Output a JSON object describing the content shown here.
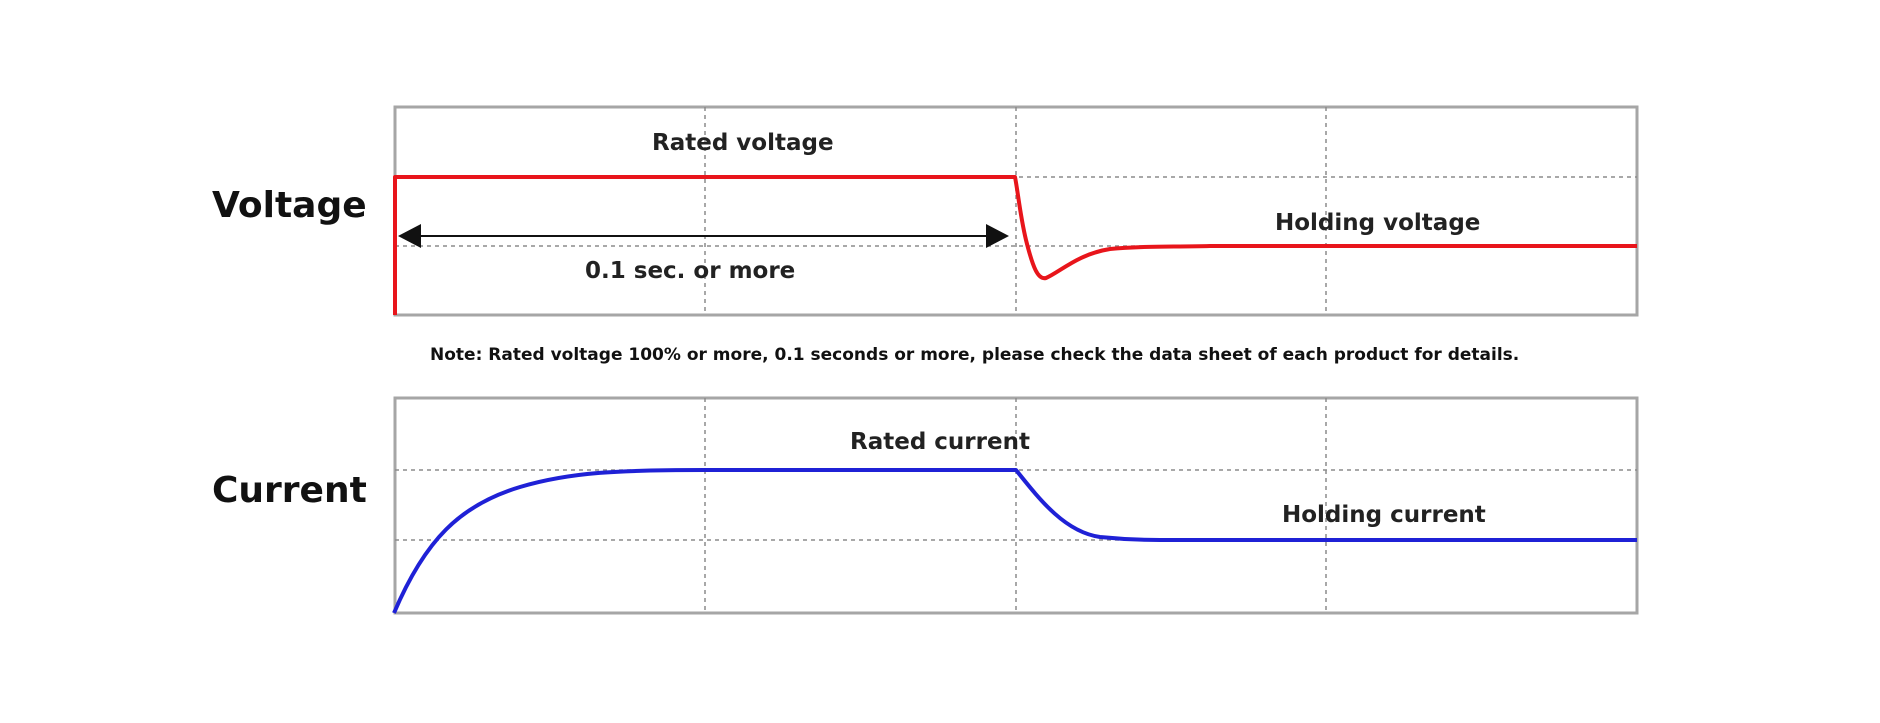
{
  "voltage_panel": {
    "row_label": "Voltage",
    "rated_label": "Rated voltage",
    "holding_label": "Holding voltage",
    "duration_label": "0.1 sec. or more",
    "trace_color": "#e8151b"
  },
  "note": "Note: Rated voltage 100% or more, 0.1 seconds or more, please check the data sheet of each product for details.",
  "current_panel": {
    "row_label": "Current",
    "rated_label": "Rated current",
    "holding_label": "Holding current",
    "trace_color": "#1f21d6"
  },
  "colors": {
    "frame": "#a6a6a6",
    "grid": "#8c8c8c",
    "arrow": "#111111"
  }
}
